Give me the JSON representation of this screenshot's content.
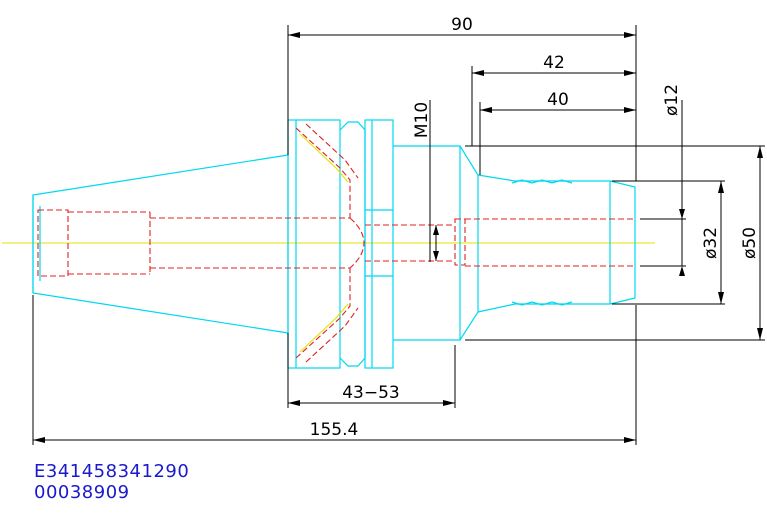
{
  "dimensions": {
    "overall_length": "155.4",
    "shank_to_end": "90",
    "projection_42": "42",
    "projection_40": "40",
    "flange_range": "43−53",
    "thread": "M10",
    "dia_small": "ø12",
    "dia_mid": "ø32",
    "dia_large": "ø50"
  },
  "codes": {
    "line1": "E341458341290",
    "line2": "00038909"
  },
  "colors": {
    "outline": "#00d8f0",
    "hidden": "#e02020",
    "centerline": "#e8e000",
    "dimension": "#000000",
    "code_text": "#1a1acc"
  }
}
